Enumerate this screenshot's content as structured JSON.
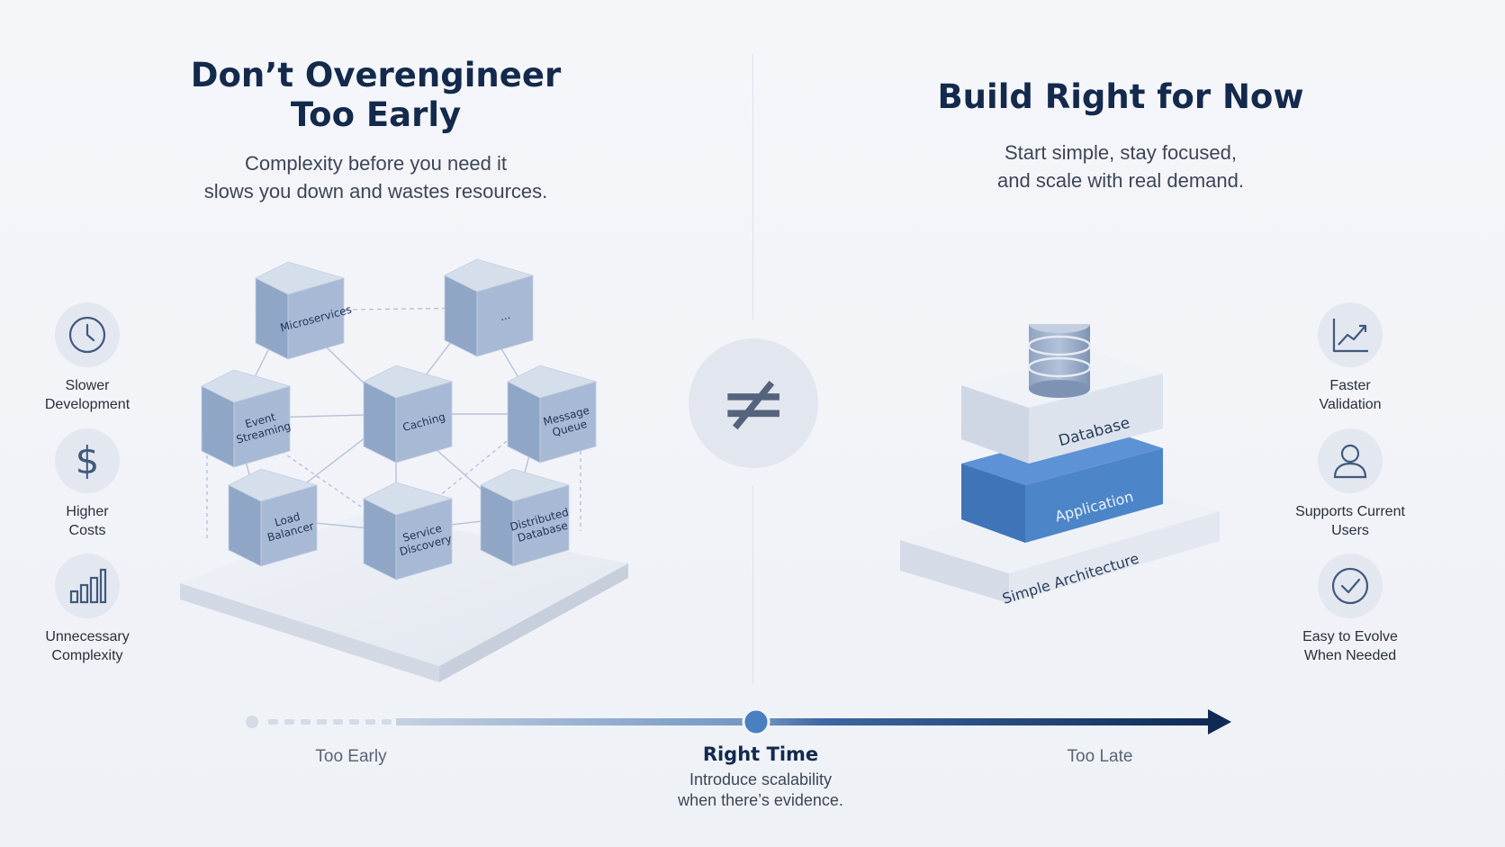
{
  "left": {
    "title_line1": "Don’t Overengineer",
    "title_line2": "Too Early",
    "subtitle_line1": "Complexity before you need it",
    "subtitle_line2": "slows you down and wastes resources.",
    "cubes": [
      {
        "label_lines": [
          "Microservices"
        ]
      },
      {
        "label_lines": [
          "..."
        ]
      },
      {
        "label_lines": [
          "Event",
          "Streaming"
        ]
      },
      {
        "label_lines": [
          "Caching"
        ]
      },
      {
        "label_lines": [
          "Message",
          "Queue"
        ]
      },
      {
        "label_lines": [
          "Load",
          "Balancer"
        ]
      },
      {
        "label_lines": [
          "Service",
          "Discovery"
        ]
      },
      {
        "label_lines": [
          "Distributed",
          "Database"
        ]
      }
    ],
    "features": [
      {
        "icon": "clock-icon",
        "line1": "Slower",
        "line2": "Development"
      },
      {
        "icon": "dollar-icon",
        "line1": "Higher",
        "line2": "Costs"
      },
      {
        "icon": "bar-chart-icon",
        "line1": "Unnecessary",
        "line2": "Complexity"
      }
    ]
  },
  "divider_symbol": "≠",
  "right": {
    "title": "Build Right for Now",
    "subtitle_line1": "Start simple, stay focused,",
    "subtitle_line2": "and scale with real demand.",
    "stack": {
      "top": "Database",
      "middle": "Application",
      "base": "Simple Architecture"
    },
    "features": [
      {
        "icon": "trend-up-icon",
        "line1": "Faster",
        "line2": "Validation"
      },
      {
        "icon": "user-icon",
        "line1": "Supports Current",
        "line2": "Users"
      },
      {
        "icon": "check-circle-icon",
        "line1": "Easy to Evolve",
        "line2": "When Needed"
      }
    ]
  },
  "timeline": {
    "too_early": "Too Early",
    "right_time": "Right Time",
    "right_time_desc_line1": "Introduce scalability",
    "right_time_desc_line2": "when there’s evidence.",
    "too_late": "Too Late"
  },
  "colors": {
    "navy": "#142a4c",
    "accent_blue": "#4f86c9",
    "cube_face": "#a4b6d2",
    "icon_stroke": "#40597c"
  }
}
